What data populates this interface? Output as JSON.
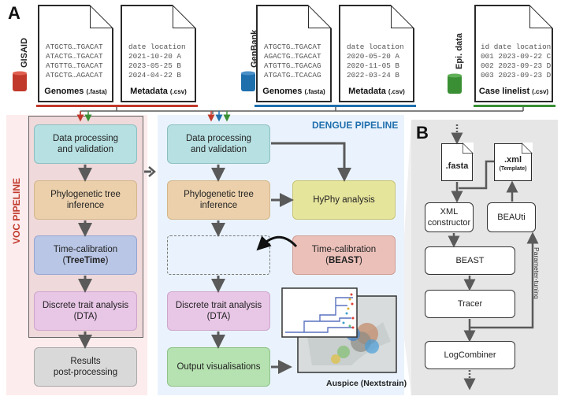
{
  "panels": {
    "a": "A",
    "b": "B"
  },
  "sources": [
    {
      "label": "GISAID",
      "color": "#c0392b"
    },
    {
      "label": "GenBank",
      "color": "#1f6fad"
    },
    {
      "label": "Epi. data",
      "color": "#3a8f34"
    }
  ],
  "documents": [
    {
      "lines": "ATGCTG…TGACAT\nATACTG…TGACAT\nATGTTG…TGACAT\nATGCTG…AGACAT",
      "title": "Genomes",
      "ext": "(.fasta)"
    },
    {
      "lines": "date location\n2021-10-20 A\n2023-05-25 B\n2024-04-22 B",
      "title": "Metadata",
      "ext": "(.csv)"
    },
    {
      "lines": "ATGCTG…TGACAT\nAGACTG…TGACAT\nATGTTG…TGACAG\nATGATG…TCACAG",
      "title": "Genomes",
      "ext": "(.fasta)"
    },
    {
      "lines": "date location\n2020-05-20 A\n2020-11-05 B\n2022-03-24 B",
      "title": "Metadata",
      "ext": "(.csv)"
    },
    {
      "lines": "id date location\n001 2023-09-22 C\n002 2023-09-23 D\n003 2023-09-23 D",
      "title": "Case linelist",
      "ext": "(.csv)"
    }
  ],
  "voc": {
    "title": "VOC PIPELINE",
    "steps": {
      "data_processing": "Data processing\nand validation",
      "phylo": "Phylogenetic tree\ninference",
      "time_cal": "Time-calibration",
      "time_cal_tool": "TreeTime",
      "dta": "Discrete trait analysis\n(DTA)",
      "results": "Results\npost-processing"
    }
  },
  "dengue": {
    "title": "DENGUE PIPELINE",
    "steps": {
      "data_processing": "Data processing\nand validation",
      "phylo": "Phylogenetic tree\ninference",
      "hyphy": "HyPhy analysis",
      "time_cal": "Time-calibration",
      "time_cal_tool": "BEAST",
      "dta": "Discrete trait analysis\n(DTA)",
      "output": "Output visualisations"
    },
    "auspice_caption": "Auspice (Nextstrain)"
  },
  "beast": {
    "fasta": ".fasta",
    "xml": ".xml",
    "xml_sub": "(Template)",
    "xml_constructor": "XML\nconstructor",
    "beauti": "BEAUti",
    "beast": "BEAST",
    "tracer": "Tracer",
    "logcombiner": "LogCombiner",
    "parameter_tuning": "Parameter-tuning"
  },
  "colors": {
    "red": "#c0392b",
    "blue": "#1f6fad",
    "green": "#3a8f34",
    "arrow": "#5a5a5a"
  }
}
